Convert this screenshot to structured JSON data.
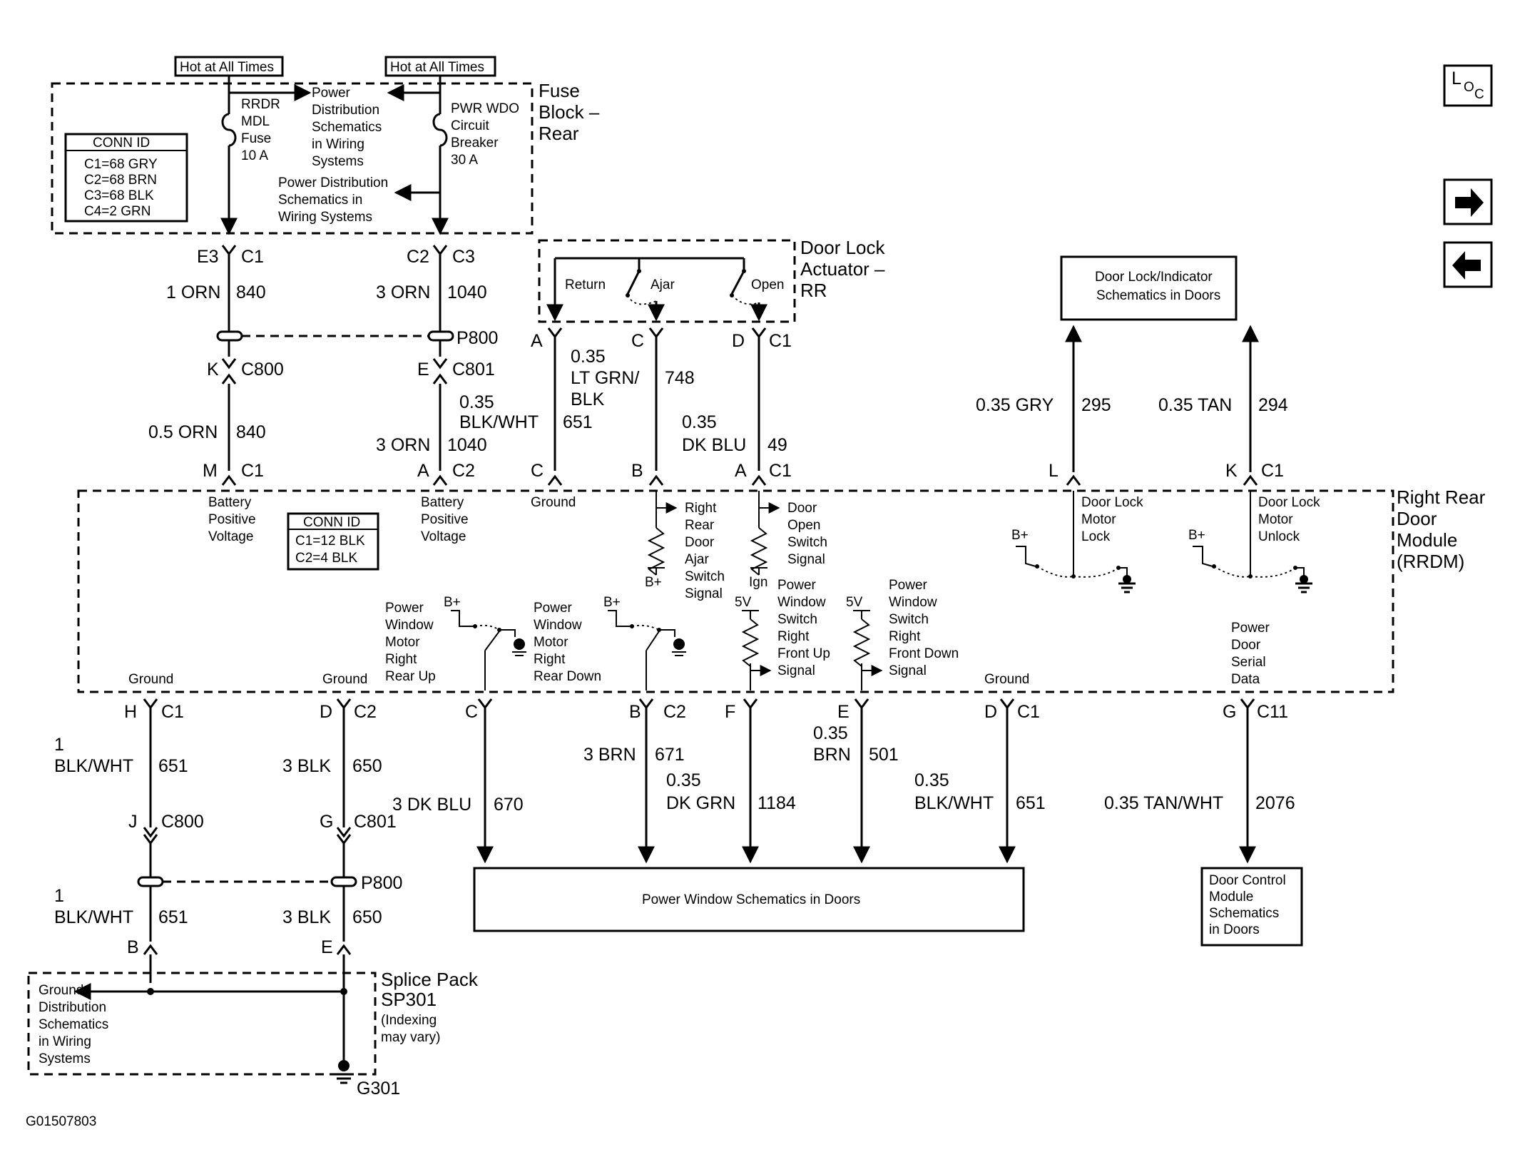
{
  "diagram_id": "G01507803",
  "nav": {
    "loc_label": "L",
    "loc_sub1": "O",
    "loc_sub2": "C",
    "next_glyph": "➡",
    "prev_glyph": "⬅"
  },
  "fuse_block": {
    "title_lines": [
      "Fuse",
      "Block –",
      "Rear"
    ],
    "hot1": "Hot at All Times",
    "hot2": "Hot at All Times",
    "rrdr_fuse": [
      "RRDR",
      "MDL",
      "Fuse",
      "10 A"
    ],
    "pwr_wdo": [
      "PWR WDO",
      "Circuit",
      "Breaker",
      "30 A"
    ],
    "pd1": [
      "Power",
      "Distribution",
      "Schematics",
      "in Wiring",
      "Systems"
    ],
    "pd2": [
      "Power Distribution",
      "Schematics in",
      "Wiring Systems"
    ],
    "conn_id_title": "CONN ID",
    "conn_ids": [
      "C1=68 GRY",
      "C2=68 BRN",
      "C3=68 BLK",
      "C4=2 GRN"
    ]
  },
  "actuator": {
    "title_lines": [
      "Door Lock",
      "Actuator –",
      "RR"
    ],
    "return": "Return",
    "ajar": "Ajar",
    "open": "Open"
  },
  "door_lock_box": [
    "Door Lock/Indicator",
    "Schematics in Doors"
  ],
  "rrdm": {
    "title_lines": [
      "Right Rear",
      "Door",
      "Module",
      "(RRDM)"
    ],
    "conn_id_title": "CONN ID",
    "conn_ids": [
      "C1=12 BLK",
      "C2=4 BLK"
    ],
    "batt1": [
      "Battery",
      "Positive",
      "Voltage"
    ],
    "batt2": [
      "Battery",
      "Positive",
      "Voltage"
    ],
    "ground_top": "Ground",
    "ajar_sig": [
      "Right",
      "Rear",
      "Door",
      "Ajar",
      "Switch",
      "Signal"
    ],
    "open_sig": [
      "Door",
      "Open",
      "Switch",
      "Signal"
    ],
    "ign": "Ign",
    "bplus": "B+",
    "lock": [
      "Door Lock",
      "Motor",
      "Lock"
    ],
    "unlock": [
      "Door Lock",
      "Motor",
      "Unlock"
    ],
    "pw_up": [
      "Power",
      "Window",
      "Motor",
      "Right",
      "Rear Up"
    ],
    "pw_down": [
      "Power",
      "Window",
      "Motor",
      "Right",
      "Rear Down"
    ],
    "sw_up": [
      "Power",
      "Window",
      "Switch",
      "Right",
      "Front Up",
      "Signal"
    ],
    "sw_down": [
      "Power",
      "Window",
      "Switch",
      "Right",
      "Front Down",
      "Signal"
    ],
    "five_v": "5V",
    "serial": [
      "Power",
      "Door",
      "Serial",
      "Data"
    ],
    "ground_a": "Ground",
    "ground_b": "Ground",
    "ground_c": "Ground"
  },
  "pins": {
    "e3": "E3",
    "c1": "C1",
    "c2": "C2",
    "c3": "C3",
    "k": "K",
    "e": "E",
    "m": "M",
    "a": "A",
    "c": "C",
    "b": "B",
    "d": "D",
    "l": "L",
    "kk": "K",
    "h": "H",
    "f": "F",
    "g": "G",
    "j": "J",
    "c800": "C800",
    "c801": "C801",
    "c11": "C11",
    "p800": "P800"
  },
  "wires": {
    "w1_gauge": "1 ORN",
    "w1_num": "840",
    "w2_gauge": "3 ORN",
    "w2_num": "1040",
    "w3_gauge": "0.5 ORN",
    "w3_num": "840",
    "w4_gauge": "3 ORN",
    "w4_num": "1040",
    "w5_gauge1": "0.35",
    "w5_gauge2": "BLK/WHT",
    "w5_num": "651",
    "w6_gauge1": "0.35",
    "w6_gauge2": "LT GRN/",
    "w6_gauge3": "BLK",
    "w6_num": "748",
    "w7_gauge1": "0.35",
    "w7_gauge2": "DK BLU",
    "w7_num": "49",
    "w8_gauge": "0.35 GRY",
    "w8_num": "295",
    "w9_gauge": "0.35 TAN",
    "w9_num": "294",
    "w10_gauge1": "1",
    "w10_gauge2": "BLK/WHT",
    "w10_num": "651",
    "w11_gauge": "3 BLK",
    "w11_num": "650",
    "w12_gauge": "3 DK BLU",
    "w12_num": "670",
    "w13_gauge": "3 BRN",
    "w13_num": "671",
    "w14_gauge1": "0.35",
    "w14_gauge2": "DK GRN",
    "w14_num": "1184",
    "w15_gauge1": "0.35",
    "w15_gauge2": "BRN",
    "w15_num": "501",
    "w16_gauge1": "0.35",
    "w16_gauge2": "BLK/WHT",
    "w16_num": "651",
    "w17_gauge": "0.35 TAN/WHT",
    "w17_num": "2076",
    "w18_gauge1": "1",
    "w18_gauge2": "BLK/WHT",
    "w18_num": "651",
    "w19_gauge": "3 BLK",
    "w19_num": "650"
  },
  "pw_box": "Power Window Schematics in Doors",
  "dcm_box": [
    "Door Control",
    "Module",
    "Schematics",
    "in Doors"
  ],
  "splice": {
    "title_lines": [
      "Splice Pack",
      "SP301"
    ],
    "note_lines": [
      "(Indexing",
      "may vary)"
    ],
    "gd": [
      "Ground",
      "Distribution",
      "Schematics",
      "in Wiring",
      "Systems"
    ],
    "g301": "G301"
  }
}
